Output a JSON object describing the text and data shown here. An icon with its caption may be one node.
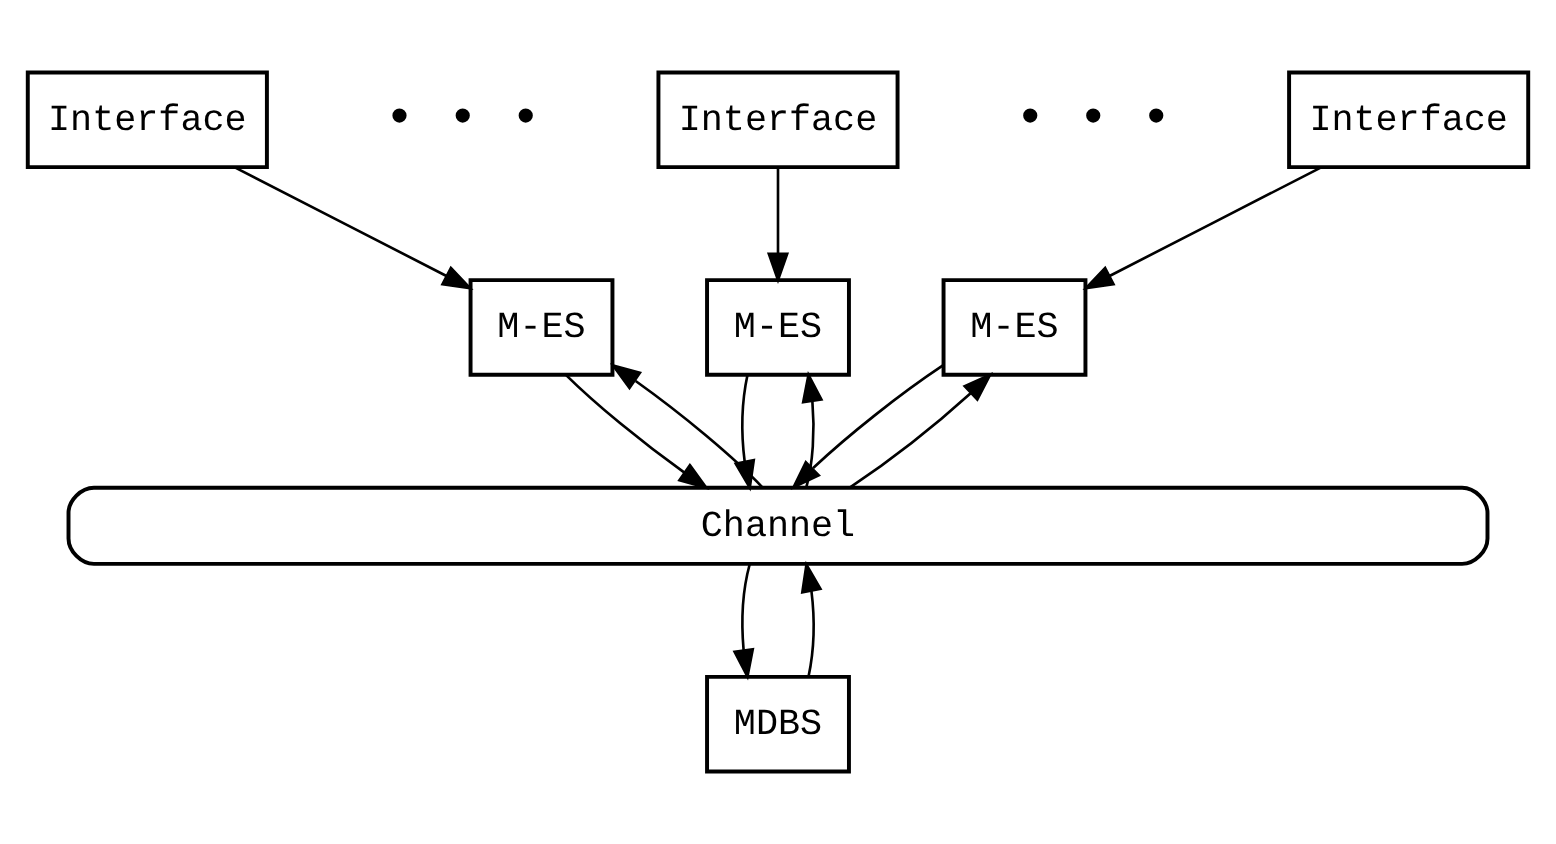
{
  "diagram": {
    "nodes": [
      {
        "text": [
          "Interface"
        ]
      },
      {
        "text": [
          "Interface"
        ]
      },
      {
        "text": [
          "Interface"
        ]
      },
      {
        "text": [
          "M-ES"
        ]
      },
      {
        "text": [
          "M-ES"
        ]
      },
      {
        "text": [
          "M-ES"
        ]
      },
      {
        "text": [
          "Channel"
        ]
      },
      {
        "text": [
          "MDBS"
        ]
      }
    ],
    "edges": [
      {
        "from": 0,
        "to": 3,
        "arrow": "to"
      },
      {
        "from": 1,
        "to": 4,
        "arrow": "to"
      },
      {
        "from": 2,
        "to": 5,
        "arrow": "to"
      },
      {
        "from": 6,
        "to": 3,
        "arrow": "to"
      },
      {
        "from": 3,
        "to": 6,
        "arrow": "to"
      },
      {
        "from": 4,
        "to": 6,
        "arrow": "to"
      },
      {
        "from": 6,
        "to": 4,
        "arrow": "to"
      },
      {
        "from": 6,
        "to": 5,
        "arrow": "to"
      },
      {
        "from": 5,
        "to": 6,
        "arrow": "to"
      },
      {
        "from": 6,
        "to": 7,
        "arrow": "to"
      },
      {
        "from": 7,
        "to": 6,
        "arrow": "to"
      }
    ],
    "labels": [
      "• • •",
      "• • •"
    ]
  }
}
